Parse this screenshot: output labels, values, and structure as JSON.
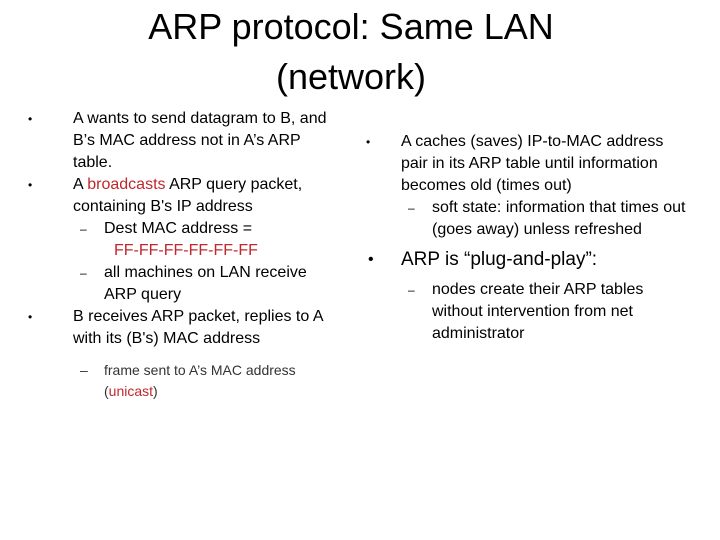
{
  "slide": {
    "title": "ARP protocol: Same LAN (network)",
    "bullet_char": "•",
    "dash_char": "–"
  },
  "left": {
    "b1_text": "A wants to send datagram to B, and B’s MAC address not in A’s ARP table.",
    "b2_prefix": "A",
    "b2_highlight": "broadcasts",
    "b2_suffix": "ARP query packet, containing B's IP address",
    "b2_sub1_text": "Dest MAC address =",
    "b2_sub1_value": "FF-FF-FF-FF-FF-FF",
    "b2_sub2_text": "all machines on LAN receive ARP query",
    "b3_text": "B receives ARP packet, replies to A with its (B's) MAC address",
    "b3_sub1_prefix": "frame sent to A’s MAC address (",
    "b3_sub1_highlight": "unicast",
    "b3_sub1_suffix": ")"
  },
  "right": {
    "b1_text": "A caches (saves) IP-to-MAC address pair in its ARP table until information becomes old (times out)",
    "b1_sub1_text": "soft state: information that times out (goes away) unless refreshed",
    "b2_text": "ARP is “plug-and-play”:",
    "b2_sub1_text": "nodes create their ARP tables without intervention from net administrator"
  },
  "colors": {
    "highlight": "#c0272d",
    "text": "#000000",
    "small_text": "#333333"
  }
}
